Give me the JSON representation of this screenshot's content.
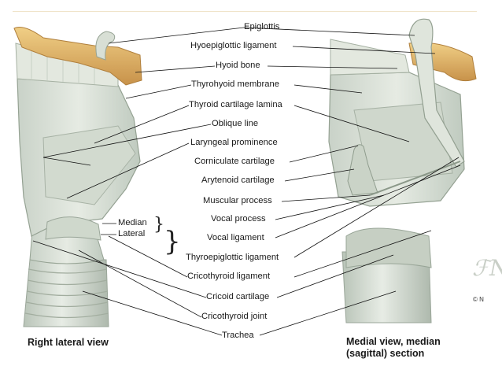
{
  "labels": {
    "epiglottis": "Epiglottis",
    "hyoepiglottic_ligament": "Hyoepiglottic ligament",
    "hyoid_bone": "Hyoid bone",
    "thyrohyoid_membrane": "Thyrohyoid membrane",
    "thyroid_cartilage_lamina": "Thyroid cartilage lamina",
    "oblique_line": "Oblique line",
    "laryngeal_prominence": "Laryngeal prominence",
    "corniculate_cartilage": "Corniculate cartilage",
    "arytenoid_cartilage": "Arytenoid cartilage",
    "muscular_process": "Muscular process",
    "vocal_process": "Vocal process",
    "vocal_ligament": "Vocal ligament",
    "thyroepiglottic_ligament": "Thyroepiglottic ligament",
    "cricothyroid_ligament": "Cricothyroid ligament",
    "cricoid_cartilage": "Cricoid cartilage",
    "cricothyroid_joint": "Cricothyroid joint",
    "trachea": "Trachea",
    "median": "Median",
    "lateral": "Lateral"
  },
  "captions": {
    "left": "Right lateral view",
    "right_line1": "Medial view, median",
    "right_line2": "(sagittal) section"
  },
  "copyright": "© N",
  "colors": {
    "cartilage": "#d9e0d6",
    "cartilage_shadow": "#b7c2b6",
    "bone": "#e0b56a",
    "bone_shadow": "#c8924a",
    "leader": "#111111"
  }
}
